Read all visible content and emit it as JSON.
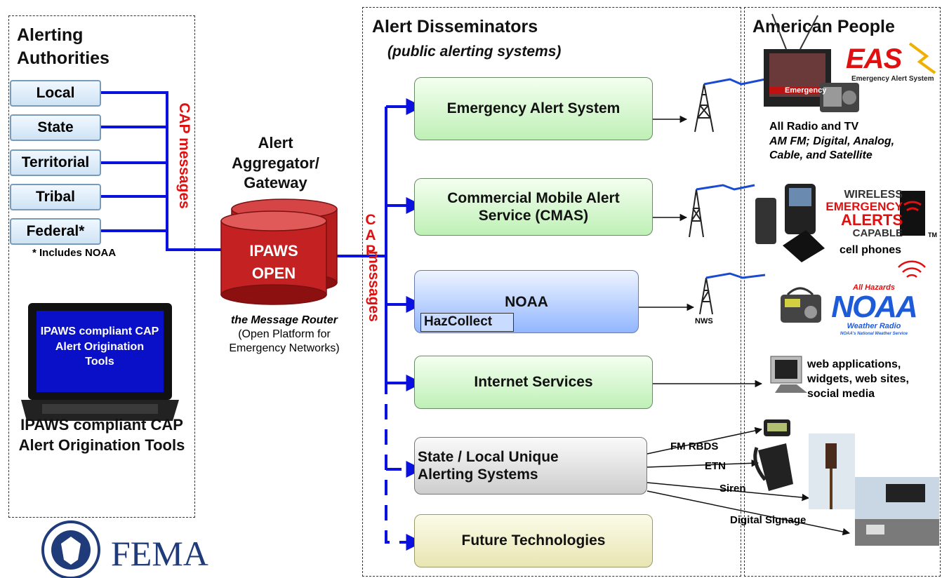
{
  "panels": {
    "authorities_title": "Alerting Authorities",
    "disseminators_title": "Alert Disseminators",
    "disseminators_subtitle": "(public alerting systems)",
    "people_title": "American People"
  },
  "authorities": [
    "Local",
    "State",
    "Territorial",
    "Tribal",
    "Federal*"
  ],
  "authorities_note": "* Includes NOAA",
  "cap_label": "CAP messages",
  "cap_label_a": "CAP",
  "cap_label_b": "messages",
  "aggregator": {
    "title": "Alert Aggregator/ Gateway",
    "line1": "IPAWS",
    "line2": "OPEN",
    "router": "the Message Router",
    "router_desc": "(Open Platform for Emergency Networks)"
  },
  "laptop": {
    "screen_text": "IPAWS compliant CAP Alert Origination Tools",
    "caption": "IPAWS compliant CAP Alert Origination Tools"
  },
  "logo": {
    "text": "FEMA"
  },
  "services": [
    {
      "label": "Emergency Alert System"
    },
    {
      "label": "Commercial Mobile Alert Service (CMAS)"
    },
    {
      "label": "NOAA",
      "sub": "HazCollect"
    },
    {
      "label": "Internet Services"
    },
    {
      "label": "State / Local Unique Alerting Systems"
    },
    {
      "label": "Future Technologies"
    }
  ],
  "nws_label": "NWS",
  "channels": [
    "FM RBDS",
    "ETN",
    "Siren",
    "Digital Signage"
  ],
  "outputs": {
    "tv_title": "All Radio and TV",
    "tv_detail": "AM FM; Digital, Analog, Cable, and Satellite",
    "eas_logo": "EAS",
    "eas_sub": "Emergency Alert System",
    "tv_banner": "Emergency",
    "wea_line1": "WIRELESS",
    "wea_line2": "EMERGENCY",
    "wea_line3": "ALERTS",
    "wea_line4": "CAPABLE",
    "wea_tm": "TM",
    "phones": "cell phones",
    "noaa_top": "All Hazards",
    "noaa_logo": "NOAA",
    "noaa_mid": "Weather Radio",
    "noaa_sub": "NOAA's National Weather Service",
    "web": "web applications, widgets, web sites, social media"
  },
  "colors": {
    "connector": "#0a10e0",
    "cap": "#e01010",
    "service": "#bff0b6",
    "noaa": "#9ec0ff"
  }
}
